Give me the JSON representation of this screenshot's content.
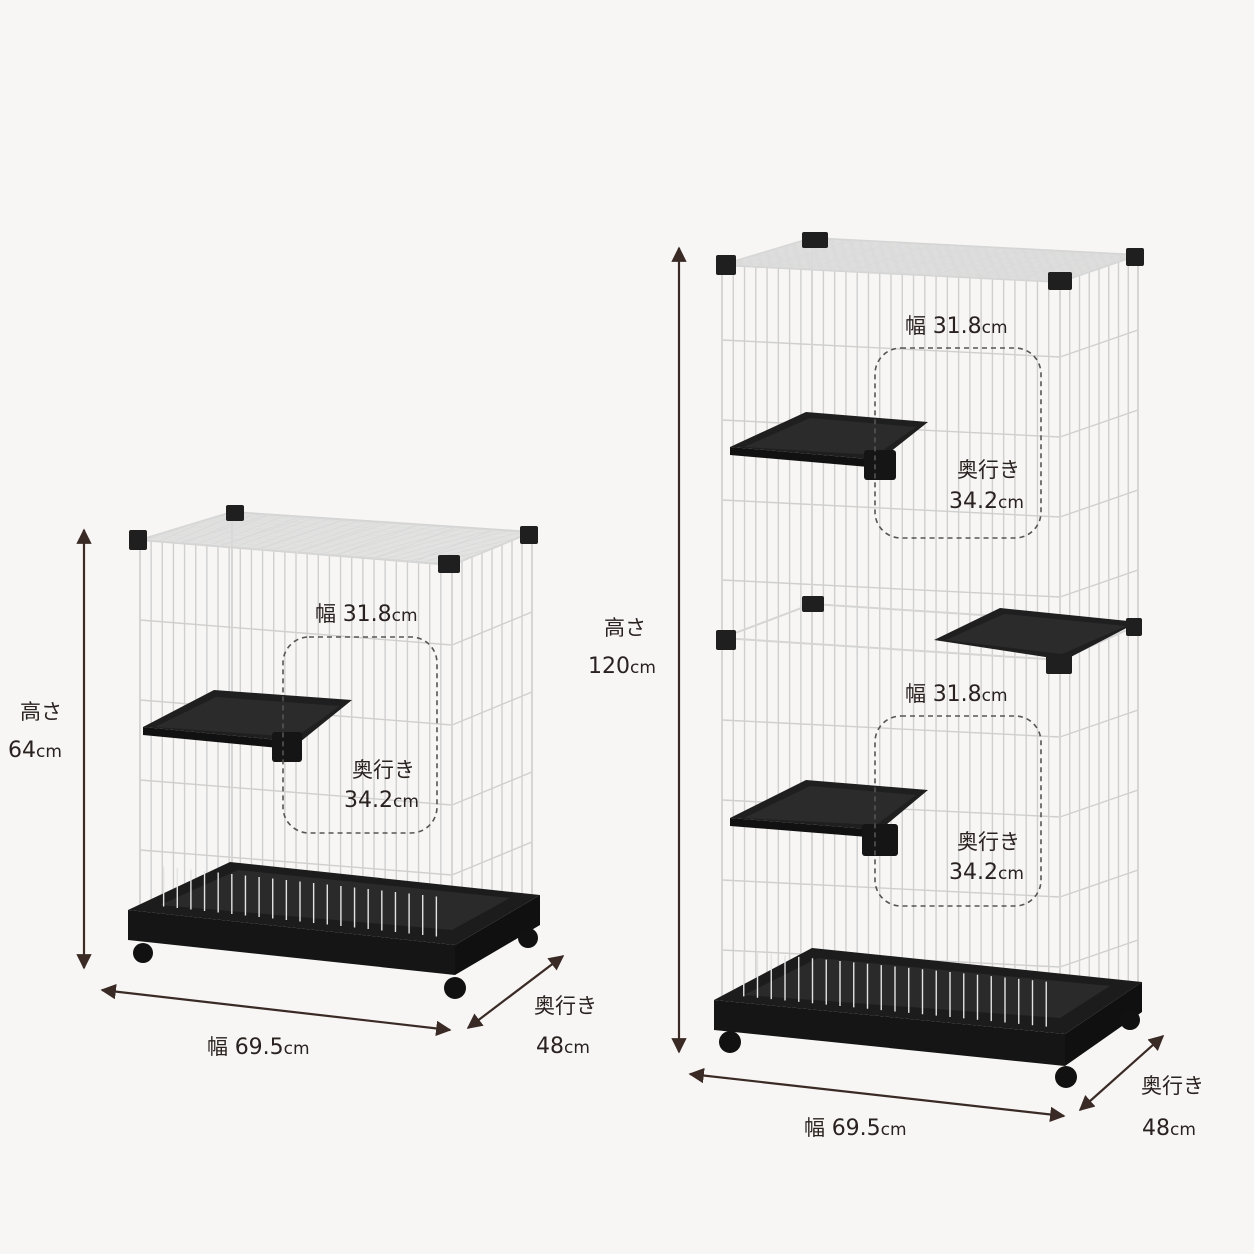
{
  "small_cage": {
    "height_label": "高さ",
    "height_value": "64",
    "width_label": "幅",
    "width_value": "69.5",
    "depth_label": "奥行き",
    "depth_value": "48",
    "shelf": {
      "width_label": "幅",
      "width_value": "31.8",
      "depth_label": "奥行き",
      "depth_value": "34.2"
    }
  },
  "tall_cage": {
    "height_label": "高さ",
    "height_value": "120",
    "width_label": "幅",
    "width_value": "69.5",
    "depth_label": "奥行き",
    "depth_value": "48",
    "shelf_upper": {
      "width_label": "幅",
      "width_value": "31.8",
      "depth_label": "奥行き",
      "depth_value": "34.2"
    },
    "shelf_lower": {
      "width_label": "幅",
      "width_value": "31.8",
      "depth_label": "奥行き",
      "depth_value": "34.2"
    }
  },
  "unit": "cm",
  "colors": {
    "background": "#f7f6f4",
    "arrow": "#3a2a25",
    "frame": "#1f1f1f",
    "wire": "#c9c9c9"
  }
}
